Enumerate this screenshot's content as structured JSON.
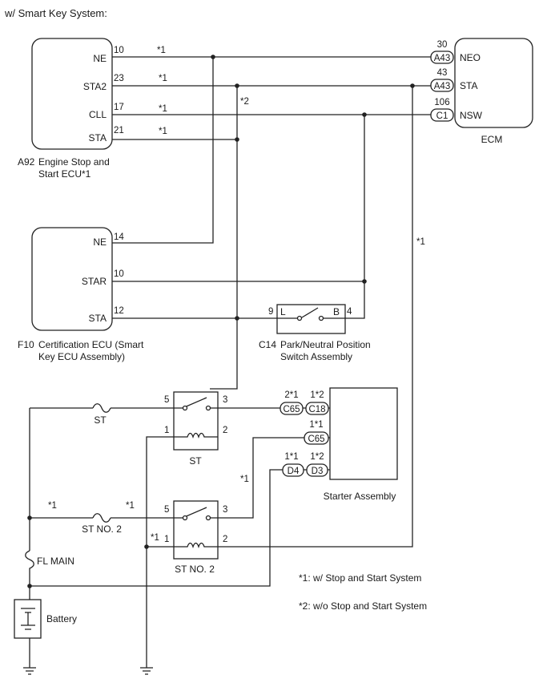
{
  "header": {
    "title": "w/ Smart Key System:"
  },
  "ecu_a92": {
    "code": "A92",
    "name_line1": "Engine Stop and",
    "name_line2": "Start ECU*1",
    "pins": [
      {
        "label": "NE",
        "num": "10",
        "note": "*1"
      },
      {
        "label": "STA2",
        "num": "23",
        "note": "*1"
      },
      {
        "label": "CLL",
        "num": "17",
        "note": "*1"
      },
      {
        "label": "STA",
        "num": "21",
        "note": "*1"
      }
    ]
  },
  "ecm": {
    "name": "ECM",
    "pins": [
      {
        "conn": "A43",
        "num": "30",
        "label": "NEO"
      },
      {
        "conn": "A43",
        "num": "43",
        "label": "STA"
      },
      {
        "conn": "C1",
        "num": "106",
        "label": "NSW"
      }
    ]
  },
  "ecu_f10": {
    "code": "F10",
    "name_line1": "Certification ECU (Smart",
    "name_line2": "Key ECU Assembly)",
    "pins": [
      {
        "label": "NE",
        "num": "14"
      },
      {
        "label": "STAR",
        "num": "10"
      },
      {
        "label": "STA",
        "num": "12"
      }
    ]
  },
  "switch_c14": {
    "code": "C14",
    "name_line1": "Park/Neutral Position",
    "name_line2": "Switch Assembly",
    "term_l": "L",
    "term_b": "B",
    "pin_l": "9",
    "pin_b": "4"
  },
  "notes": {
    "star2": "*2",
    "star1_right": "*1",
    "star1_st_no2_left": "*1",
    "star1_st_no2_right": "*1",
    "star1_d4": "*1",
    "star1_gnd": "*1"
  },
  "relay_st": {
    "name": "ST",
    "pins": [
      "5",
      "3",
      "1",
      "2"
    ]
  },
  "relay_st_no2": {
    "name": "ST NO. 2",
    "pins": [
      "5",
      "3",
      "1",
      "2"
    ]
  },
  "fuses": {
    "st": "ST",
    "st_no2": "ST NO. 2",
    "fl_main": "FL MAIN"
  },
  "battery": {
    "label": "Battery"
  },
  "starter": {
    "name": "Starter Assembly",
    "conns": [
      {
        "conn": "C65",
        "num": "2*1"
      },
      {
        "conn": "C18",
        "num": "1*2"
      },
      {
        "conn": "C65",
        "num": "1*1"
      },
      {
        "conn": "D4",
        "num": "1*1"
      },
      {
        "conn": "D3",
        "num": "1*2"
      }
    ]
  },
  "legend": {
    "line1": "*1: w/ Stop and Start System",
    "line2": "*2: w/o Stop and Start System"
  }
}
